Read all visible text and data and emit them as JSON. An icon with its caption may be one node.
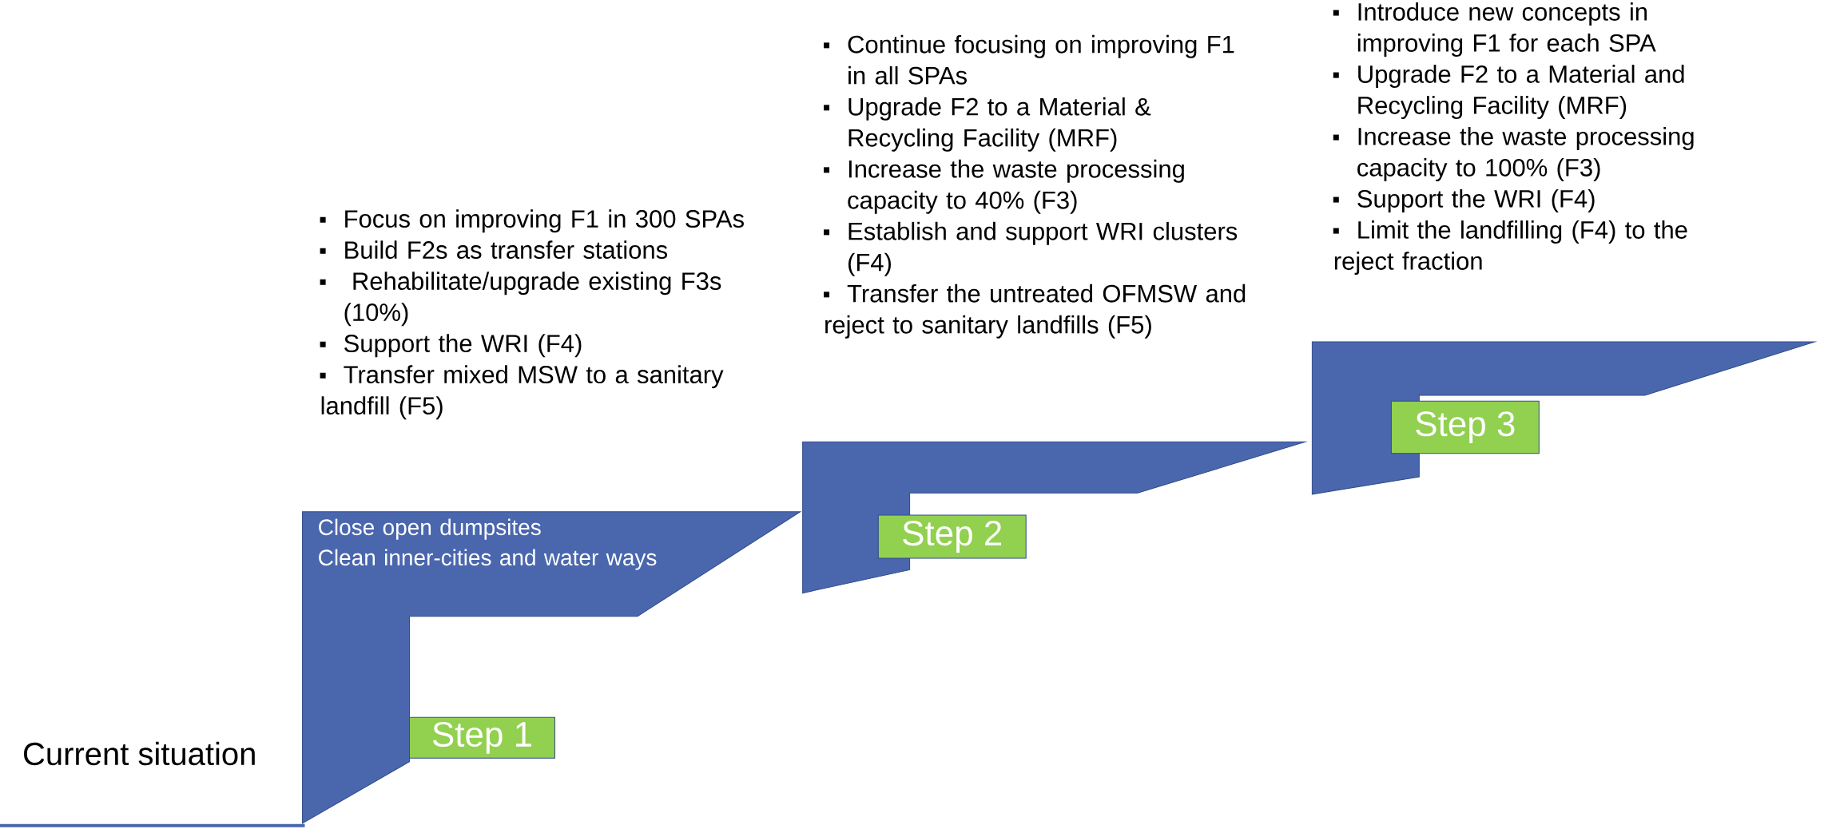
{
  "diagram": {
    "nodes": [
      {
        "text": [
          "Close open dumpsites",
          "Clean inner-cities and water ways"
        ],
        "beside": [
          "Focus on  improving F1 in 300 SPAs",
          "Build F2s as transfer stations",
          " Rehabilitate/upgrade existing F3s (10%)",
          "Support the WRI (F4)",
          "Transfer mixed MSW to a sanitary landfill (F5)"
        ]
      },
      {
        "text": [
          "Step 1"
        ]
      },
      {
        "text": [],
        "shape": "step",
        "beside": [
          "Continue focusing on  improving F1 in all SPAs",
          "Upgrade F2 to a Material & Recycling Facility (MRF)",
          "Increase the waste processing capacity to 40% (F3)",
          "Establish and support WRI clusters (F4)",
          "Transfer the untreated OFMSW and reject to  sanitary landfills (F5)"
        ]
      },
      {
        "text": [
          "Step 2"
        ]
      },
      {
        "text": [],
        "shape": "step",
        "beside": [
          "Introduce new concepts in improving F1 for each SPA",
          "Upgrade F2 to a Material and Recycling Facility (MRF)",
          "Increase the waste processing capacity to 100% (F3)",
          "Support the WRI (F4)",
          "Limit the landfilling (F4) to the reject fraction"
        ]
      },
      {
        "text": [
          "Step 3"
        ]
      }
    ],
    "labels": [
      "Current situation"
    ]
  }
}
